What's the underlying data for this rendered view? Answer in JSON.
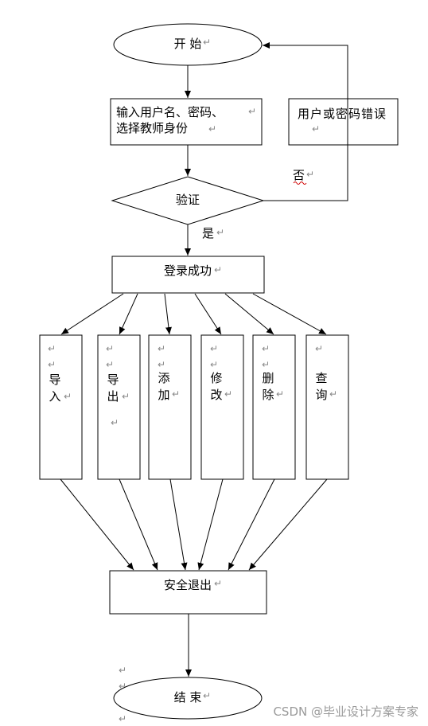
{
  "nodes": {
    "start": "开 始",
    "input": "输入用户名、密码、\n选择教师身份",
    "error": "用户或密码错误",
    "verify": "验证",
    "success": "登录成功",
    "import": "导入",
    "export": "导出",
    "add": "添加",
    "modify": "修改",
    "delete": "删除",
    "query": "查询",
    "exit": "安全退出",
    "end": "结 束"
  },
  "edge_labels": {
    "no": "否",
    "yes": "是"
  },
  "watermark": "CSDN @毕业设计方案专家",
  "paragraph_mark": "↵"
}
